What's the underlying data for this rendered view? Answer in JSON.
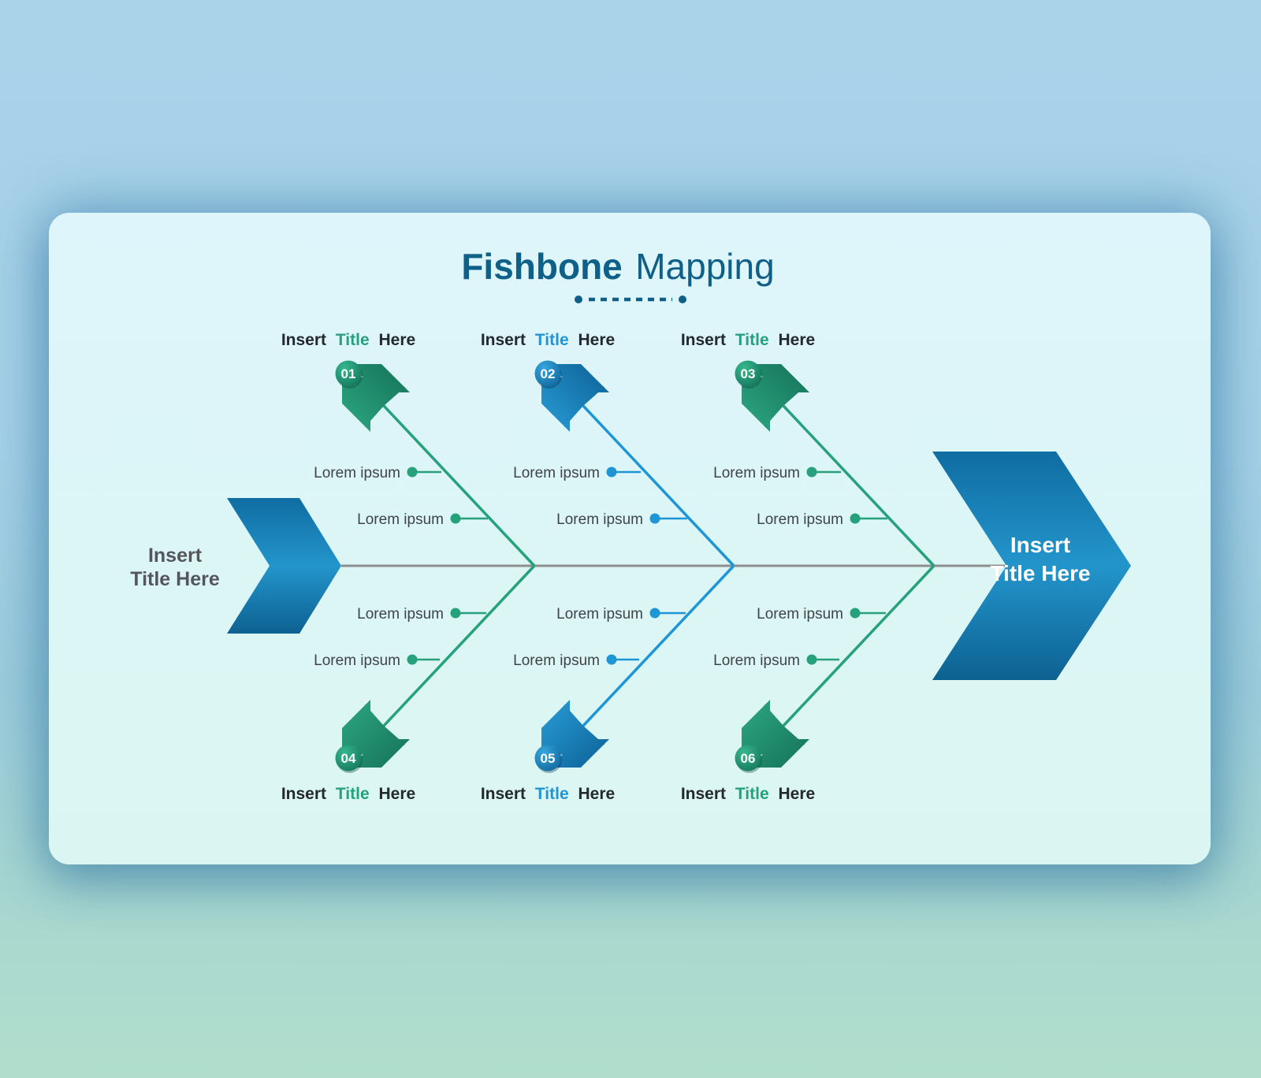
{
  "title": {
    "bold": "Fishbone",
    "regular": "Mapping"
  },
  "left_arrow": {
    "line1": "Insert",
    "line2": "Title Here"
  },
  "right_arrow": {
    "line1": "Insert",
    "line2": "Title Here"
  },
  "branches": [
    {
      "number": "01",
      "side": "top",
      "color": "green",
      "title": {
        "pre": "Insert",
        "accent": "Title",
        "post": "Here"
      },
      "labels": [
        "Lorem ipsum",
        "Lorem ipsum"
      ]
    },
    {
      "number": "02",
      "side": "top",
      "color": "blue",
      "title": {
        "pre": "Insert",
        "accent": "Title",
        "post": "Here"
      },
      "labels": [
        "Lorem ipsum",
        "Lorem ipsum"
      ]
    },
    {
      "number": "03",
      "side": "top",
      "color": "green",
      "title": {
        "pre": "Insert",
        "accent": "Title",
        "post": "Here"
      },
      "labels": [
        "Lorem ipsum",
        "Lorem ipsum"
      ]
    },
    {
      "number": "04",
      "side": "bottom",
      "color": "green",
      "title": {
        "pre": "Insert",
        "accent": "Title",
        "post": "Here"
      },
      "labels": [
        "Lorem ipsum",
        "Lorem ipsum"
      ]
    },
    {
      "number": "05",
      "side": "bottom",
      "color": "blue",
      "title": {
        "pre": "Insert",
        "accent": "Title",
        "post": "Here"
      },
      "labels": [
        "Lorem ipsum",
        "Lorem ipsum"
      ]
    },
    {
      "number": "06",
      "side": "bottom",
      "color": "green",
      "title": {
        "pre": "Insert",
        "accent": "Title",
        "post": "Here"
      },
      "labels": [
        "Lorem ipsum",
        "Lorem ipsum"
      ]
    }
  ],
  "colors": {
    "green": "#26a17c",
    "blue": "#1e96d6",
    "title_blue": "#0e6088",
    "spine_gray": "#8e8e8e",
    "dark_text": "#23292f",
    "muted_text": "#3f444a",
    "side_text": "#53575c",
    "white": "#ffffff"
  }
}
